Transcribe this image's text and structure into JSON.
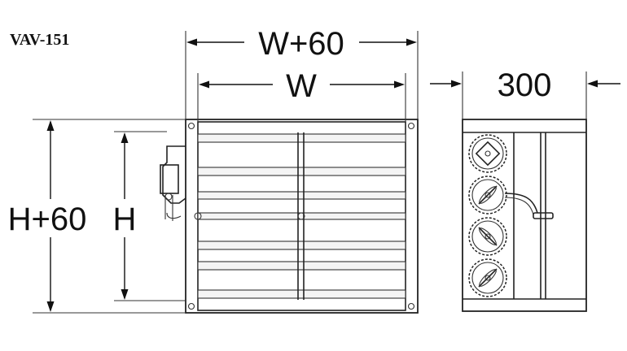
{
  "model": "VAV-151",
  "dimensions": {
    "overall_width": "W+60",
    "width": "W",
    "depth": "300",
    "overall_height": "H+60",
    "height": "H"
  },
  "colors": {
    "ink": "#111111",
    "background": "#ffffff"
  }
}
